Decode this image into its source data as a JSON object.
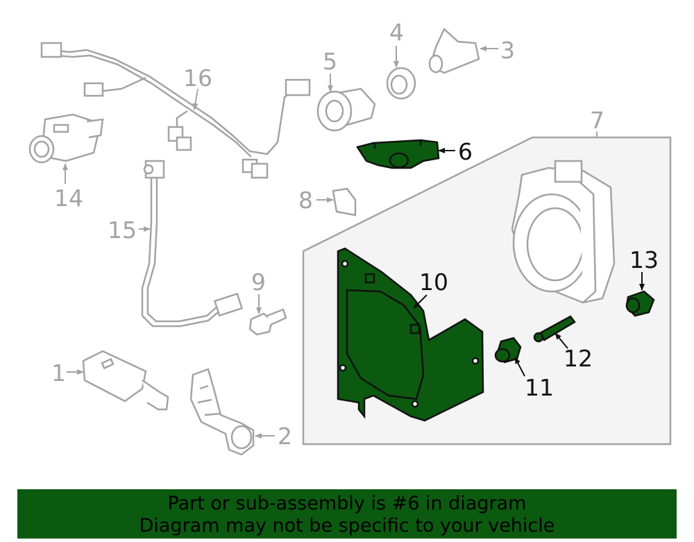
{
  "callouts": {
    "c1": "1",
    "c2": "2",
    "c3": "3",
    "c4": "4",
    "c5": "5",
    "c6": "6",
    "c7": "7",
    "c8": "8",
    "c9": "9",
    "c10": "10",
    "c11": "11",
    "c12": "12",
    "c13": "13",
    "c14": "14",
    "c15": "15",
    "c16": "16"
  },
  "footer": {
    "line1": "Part or sub-assembly is #6 in diagram",
    "line2": "Diagram may not be specific to your vehicle"
  },
  "colors": {
    "highlight": "#0b5a10",
    "footer_background": "#0b5a10",
    "inactive_part": "#a3a3a3",
    "assembly_box_fill": "#f4f4f4"
  }
}
